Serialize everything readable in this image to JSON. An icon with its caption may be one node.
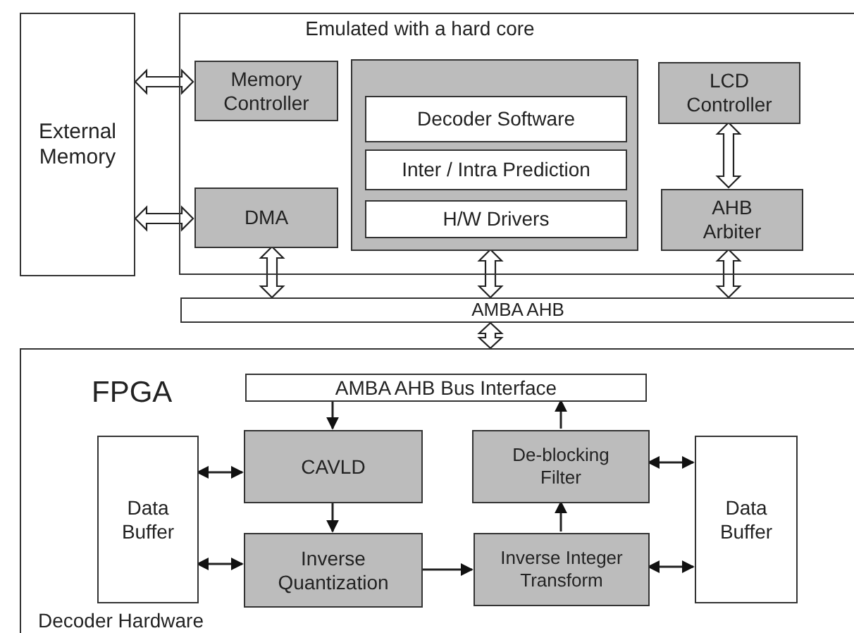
{
  "diagram": {
    "nodes": [
      {
        "text": [
          "External Memory"
        ]
      },
      {
        "text": [
          "Emulated with a hard core"
        ]
      },
      {
        "text": [
          "Memory Controller"
        ],
        "in": 1
      },
      {
        "text": [],
        "shape": "box",
        "in": 1
      },
      {
        "text": [
          "Decoder Software"
        ],
        "in": 3
      },
      {
        "text": [
          "Inter / Intra Prediction"
        ],
        "in": 3
      },
      {
        "text": [
          "H/W Drivers"
        ],
        "in": 3
      },
      {
        "text": [
          "LCD Controller"
        ],
        "in": 1
      },
      {
        "text": [
          "DMA"
        ],
        "in": 1
      },
      {
        "text": [
          "AHB Arbiter"
        ],
        "in": 1
      },
      {
        "text": [
          "AMBA AHB"
        ]
      },
      {
        "text": [
          "FPGA",
          "Decoder Hardware"
        ]
      },
      {
        "text": [
          "AMBA AHB Bus Interface"
        ],
        "in": 11
      },
      {
        "text": [
          "Data Buffer"
        ],
        "in": 11
      },
      {
        "text": [
          "CAVLD"
        ],
        "in": 11
      },
      {
        "text": [
          "De-blocking Filter"
        ],
        "in": 11
      },
      {
        "text": [
          "Inverse Quantization"
        ],
        "in": 11
      },
      {
        "text": [
          "Inverse Integer Transform"
        ],
        "in": 11
      },
      {
        "text": [
          "Data Buffer"
        ],
        "in": 11
      }
    ],
    "edges": [
      {
        "from": 0,
        "to": 2,
        "arrow": "both",
        "style": "thick"
      },
      {
        "from": 0,
        "to": 8,
        "arrow": "both",
        "style": "thick"
      },
      {
        "from": 7,
        "to": 9,
        "arrow": "both",
        "style": "thick"
      },
      {
        "from": 8,
        "to": 10,
        "arrow": "both",
        "style": "thick"
      },
      {
        "from": 3,
        "to": 10,
        "arrow": "both",
        "style": "thick"
      },
      {
        "from": 9,
        "to": 10,
        "arrow": "both",
        "style": "thick"
      },
      {
        "from": 10,
        "to": 11,
        "arrow": "both",
        "style": "thick"
      },
      {
        "from": 12,
        "to": 14,
        "arrow": "to"
      },
      {
        "from": 14,
        "to": 16,
        "arrow": "to"
      },
      {
        "from": 16,
        "to": 17,
        "arrow": "to"
      },
      {
        "from": 17,
        "to": 15,
        "arrow": "to"
      },
      {
        "from": 15,
        "to": 12,
        "arrow": "to"
      },
      {
        "from": 13,
        "to": 14,
        "arrow": "both"
      },
      {
        "from": 13,
        "to": 16,
        "arrow": "both"
      },
      {
        "from": 15,
        "to": 18,
        "arrow": "both"
      },
      {
        "from": 17,
        "to": 18,
        "arrow": "both"
      }
    ]
  }
}
